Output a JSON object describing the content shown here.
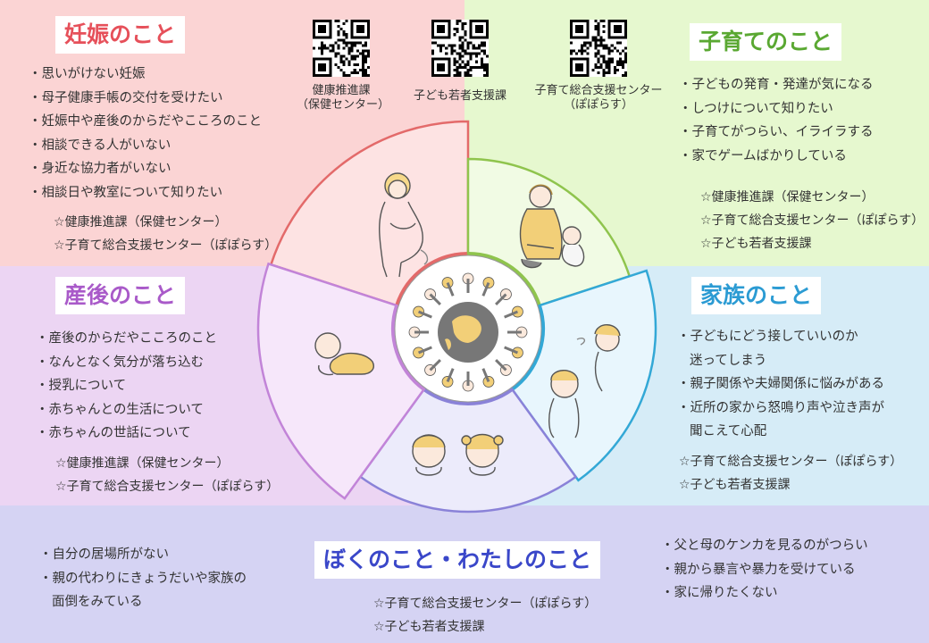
{
  "qr_codes": [
    {
      "label": "健康推進課\n（保健センター）"
    },
    {
      "label": "子ども若者支援課"
    },
    {
      "label": "子育て総合支援センター\n（ぽぽらす）"
    }
  ],
  "pregnancy": {
    "title": "妊娠のこと",
    "items": [
      "・思いがけない妊娠",
      "・母子健康手帳の交付を受けたい",
      "・妊娠中や産後のからだやこころのこと",
      "・相談できる人がいない",
      "・身近な協力者がいない",
      "・相談日や教室について知りたい"
    ],
    "offices": [
      "☆健康推進課（保健センター）",
      "☆子育て総合支援センター（ぽぽらす）"
    ]
  },
  "childcare": {
    "title": "子育てのこと",
    "items": [
      "・子どもの発育・発達が気になる",
      "・しつけについて知りたい",
      "・子育てがつらい、イライラする",
      "・家でゲームばかりしている"
    ],
    "offices": [
      "☆健康推進課（保健センター）",
      "☆子育て総合支援センター（ぽぽらす）",
      "☆子ども若者支援課"
    ]
  },
  "postpartum": {
    "title": "産後のこと",
    "items": [
      "・産後のからだやこころのこと",
      "・なんとなく気分が落ち込む",
      "・授乳について",
      "・赤ちゃんとの生活について",
      "・赤ちゃんの世話について"
    ],
    "offices": [
      "☆健康推進課（保健センター）",
      "☆子育て総合支援センター（ぽぽらす）"
    ]
  },
  "family": {
    "title": "家族のこと",
    "items": [
      {
        "line1": "・子どもにどう接していいのか",
        "line2": "迷ってしまう"
      },
      {
        "line1": "・親子関係や夫婦関係に悩みがある",
        "line2": ""
      },
      {
        "line1": "・近所の家から怒鳴り声や泣き声が",
        "line2": "聞こえて心配"
      }
    ],
    "offices": [
      "☆子育て総合支援センター（ぽぽらす）",
      "☆子ども若者支援課"
    ]
  },
  "self": {
    "title": "ぼくのこと・わたしのこと",
    "left_items": [
      {
        "line1": "・自分の居場所がない",
        "line2": ""
      },
      {
        "line1": "・親の代わりにきょうだいや家族の",
        "line2": "面倒をみている"
      }
    ],
    "right_items": [
      "・父と母のケンカを見るのがつらい",
      "・親から暴言や暴力を受けている",
      "・家に帰りたくない"
    ],
    "offices": [
      "☆子育て総合支援センター（ぽぽらす）",
      "☆子ども若者支援課"
    ]
  },
  "colors": {
    "pregnancy": "#e36a6a",
    "childcare": "#8fc44d",
    "postpartum": "#c284d8",
    "family": "#33a8d6",
    "self": "#8a82d8",
    "pregnancy_title": "#e6505a",
    "childcare_title": "#5aa832",
    "postpartum_title": "#a95ac9",
    "family_title": "#2b9bd3",
    "self_title": "#3a47c9"
  },
  "illustrations": {
    "center": "globe-children-ring-icon",
    "pregnancy": "pregnant-woman-icon",
    "childcare": "mother-and-toddler-icon",
    "postpartum": "crawling-baby-icon",
    "family": "worried-parents-icon",
    "self": "two-children-icon"
  }
}
